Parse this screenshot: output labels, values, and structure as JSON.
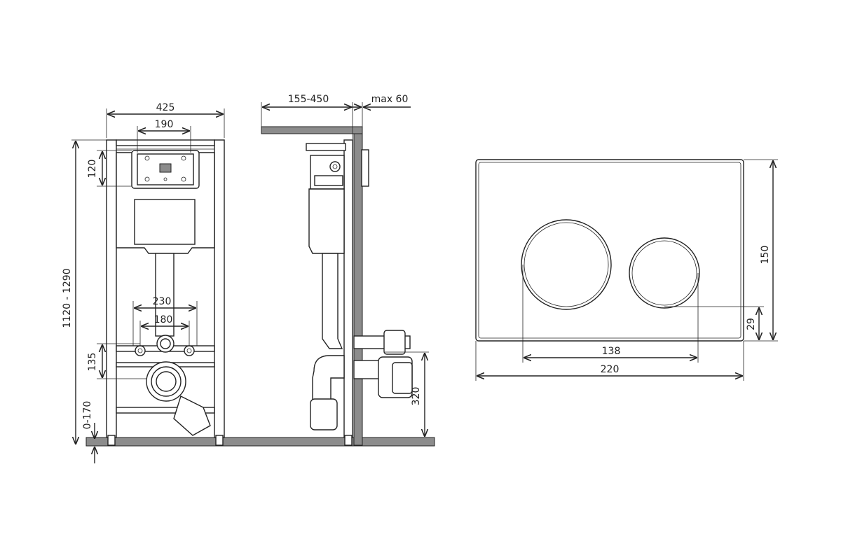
{
  "dimensions": {
    "frame_width": "425",
    "plate_width": "190",
    "plate_height": "120",
    "total_height": "1120 - 1290",
    "stud_spacing_outer": "230",
    "stud_spacing_inner": "180",
    "drain_height": "135",
    "leg_adjust": "0-170",
    "wall_depth": "155-450",
    "max_wall_panel": "max 60",
    "outlet_height": "320",
    "panel_width": "220",
    "panel_height": "150",
    "button_spacing": "138",
    "button_offset": "29"
  },
  "colors": {
    "line": "#222222",
    "floor": "#8c8c8c",
    "background": "#ffffff"
  }
}
